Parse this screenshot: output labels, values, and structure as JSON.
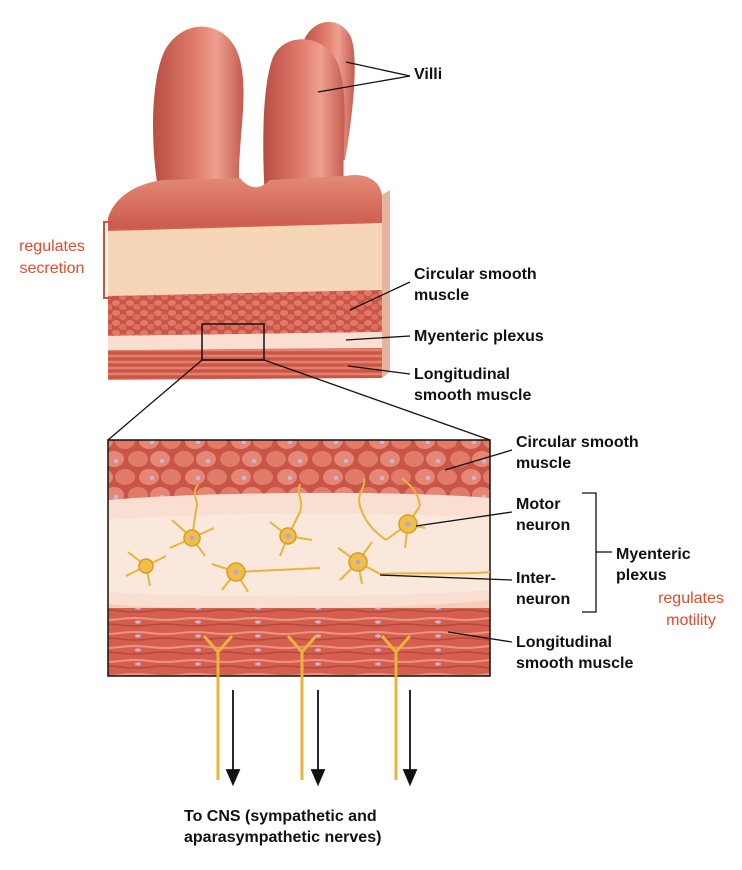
{
  "labels": {
    "villi": "Villi",
    "circular_top_1": "Circular smooth",
    "circular_top_2": "muscle",
    "myenteric_top": "Myenteric plexus",
    "longitudinal_top_1": "Longitudinal",
    "longitudinal_top_2": "smooth muscle",
    "circular_zoom_1": "Circular smooth",
    "circular_zoom_2": "muscle",
    "motor_1": "Motor",
    "motor_2": "neuron",
    "inter_1": "Inter-",
    "inter_2": "neuron",
    "myenteric_zoom_1": "Myenteric",
    "myenteric_zoom_2": "plexus",
    "longitudinal_zoom_1": "Longitudinal",
    "longitudinal_zoom_2": "smooth muscle",
    "cns_1": "To CNS (sympathetic and",
    "cns_2": "aparasympathetic nerves)"
  },
  "annotations": {
    "secretion_1": "regulates",
    "secretion_2": "secretion",
    "motility_1": "regulates",
    "motility_2": "motility"
  },
  "colors": {
    "annotation": "#e8482a",
    "villus": "#d1685a",
    "submucosa": "#f7d5b7",
    "muscle": "#d96452",
    "plexus": "#f9dfd1",
    "neuron": "#e8b43a",
    "text": "#111111"
  }
}
